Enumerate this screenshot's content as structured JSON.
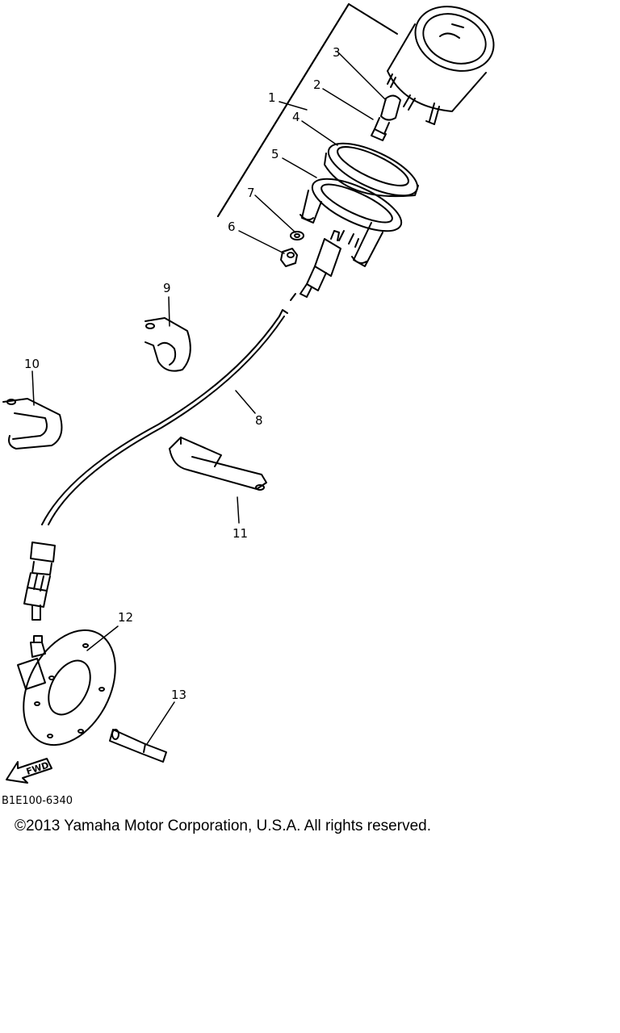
{
  "callouts": [
    "1",
    "2",
    "3",
    "4",
    "5",
    "6",
    "7",
    "8",
    "9",
    "10",
    "11",
    "12",
    "13"
  ],
  "fwd_label": "FWD",
  "diagram_code": "B1E100-6340",
  "copyright": "©2013 Yamaha Motor Corporation, U.S.A. All rights reserved."
}
